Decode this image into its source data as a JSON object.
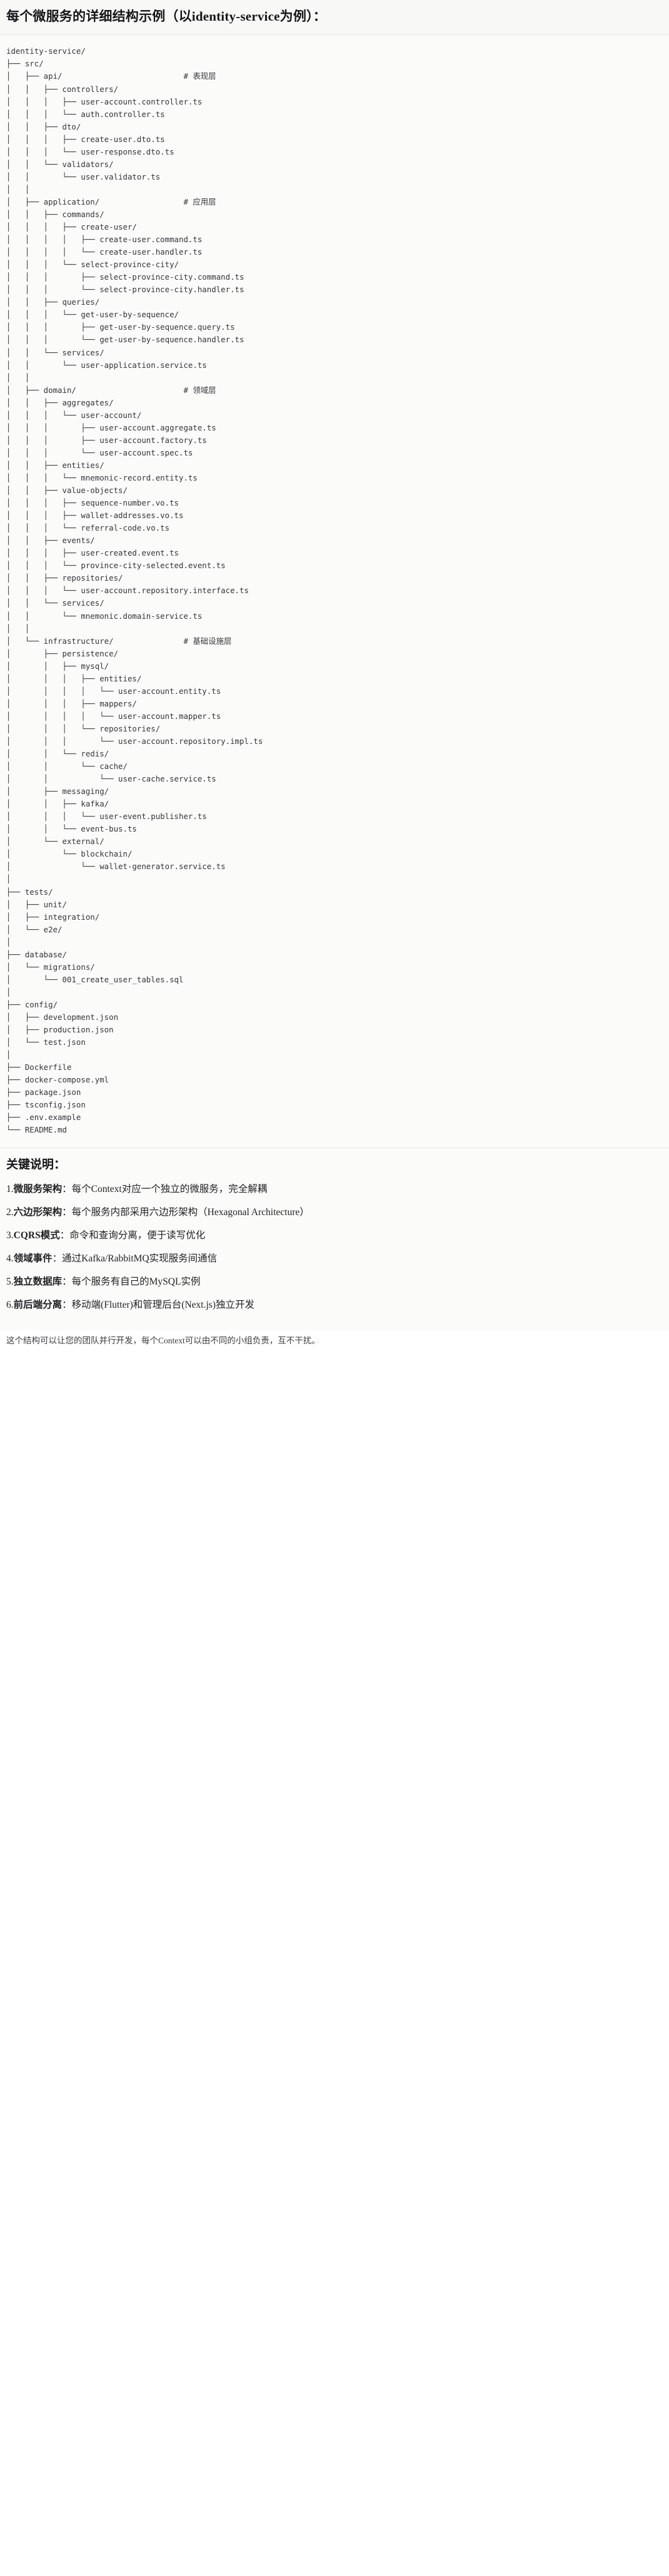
{
  "header": {
    "title": "每个微服务的详细结构示例（以identity-service为例）："
  },
  "tree": {
    "root": "identity-service/",
    "text": "identity-service/\n├── src/\n│   ├── api/                          # 表现层\n│   │   ├── controllers/\n│   │   │   ├── user-account.controller.ts\n│   │   │   └── auth.controller.ts\n│   │   ├── dto/\n│   │   │   ├── create-user.dto.ts\n│   │   │   └── user-response.dto.ts\n│   │   └── validators/\n│   │       └── user.validator.ts\n│   │\n│   ├── application/                  # 应用层\n│   │   ├── commands/\n│   │   │   ├── create-user/\n│   │   │   │   ├── create-user.command.ts\n│   │   │   │   └── create-user.handler.ts\n│   │   │   └── select-province-city/\n│   │   │       ├── select-province-city.command.ts\n│   │   │       └── select-province-city.handler.ts\n│   │   ├── queries/\n│   │   │   └── get-user-by-sequence/\n│   │   │       ├── get-user-by-sequence.query.ts\n│   │   │       └── get-user-by-sequence.handler.ts\n│   │   └── services/\n│   │       └── user-application.service.ts\n│   │\n│   ├── domain/                       # 领域层\n│   │   ├── aggregates/\n│   │   │   └── user-account/\n│   │   │       ├── user-account.aggregate.ts\n│   │   │       ├── user-account.factory.ts\n│   │   │       └── user-account.spec.ts\n│   │   ├── entities/\n│   │   │   └── mnemonic-record.entity.ts\n│   │   ├── value-objects/\n│   │   │   ├── sequence-number.vo.ts\n│   │   │   ├── wallet-addresses.vo.ts\n│   │   │   └── referral-code.vo.ts\n│   │   ├── events/\n│   │   │   ├── user-created.event.ts\n│   │   │   └── province-city-selected.event.ts\n│   │   ├── repositories/\n│   │   │   └── user-account.repository.interface.ts\n│   │   └── services/\n│   │       └── mnemonic.domain-service.ts\n│   │\n│   └── infrastructure/               # 基础设施层\n│       ├── persistence/\n│       │   ├── mysql/\n│       │   │   ├── entities/\n│       │   │   │   └── user-account.entity.ts\n│       │   │   ├── mappers/\n│       │   │   │   └── user-account.mapper.ts\n│       │   │   └── repositories/\n│       │   │       └── user-account.repository.impl.ts\n│       │   └── redis/\n│       │       └── cache/\n│       │           └── user-cache.service.ts\n│       ├── messaging/\n│       │   ├── kafka/\n│       │   │   └── user-event.publisher.ts\n│       │   └── event-bus.ts\n│       └── external/\n│           └── blockchain/\n│               └── wallet-generator.service.ts\n│\n├── tests/\n│   ├── unit/\n│   ├── integration/\n│   └── e2e/\n│\n├── database/\n│   └── migrations/\n│       └── 001_create_user_tables.sql\n│\n├── config/\n│   ├── development.json\n│   ├── production.json\n│   └── test.json\n│\n├── Dockerfile\n├── docker-compose.yml\n├── package.json\n├── tsconfig.json\n├── .env.example\n└── README.md",
    "layer_comments": [
      "# 表现层",
      "# 应用层",
      "# 领域层",
      "# 基础设施层"
    ]
  },
  "notes": {
    "heading": "关键说明：",
    "items": [
      {
        "num": "1.",
        "lead": "微服务架构",
        "body": "：每个Context对应一个独立的微服务，完全解耦"
      },
      {
        "num": "2.",
        "lead": "六边形架构",
        "body": "：每个服务内部采用六边形架构（Hexagonal Architecture）"
      },
      {
        "num": "3.",
        "lead": "CQRS模式",
        "body": "：命令和查询分离，便于读写优化"
      },
      {
        "num": "4.",
        "lead": "领域事件",
        "body": "：通过Kafka/RabbitMQ实现服务间通信"
      },
      {
        "num": "5.",
        "lead": "独立数据库",
        "body": "：每个服务有自己的MySQL实例"
      },
      {
        "num": "6.",
        "lead": "前后端分离",
        "body": "：移动端(Flutter)和管理后台(Next.js)独立开发"
      }
    ],
    "footer": "这个结构可以让您的团队并行开发，每个Context可以由不同的小组负责，互不干扰。"
  }
}
